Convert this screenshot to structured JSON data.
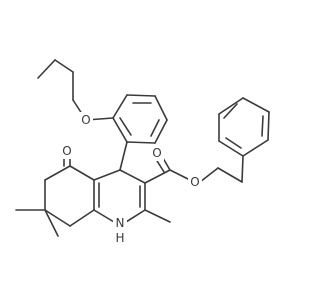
{
  "structure": {
    "atoms": {
      "o_ether": "O",
      "o_ketone": "O",
      "o_ester_carbonyl": "O",
      "o_ester": "O",
      "n_amine": "N",
      "h_amine": "H"
    }
  }
}
